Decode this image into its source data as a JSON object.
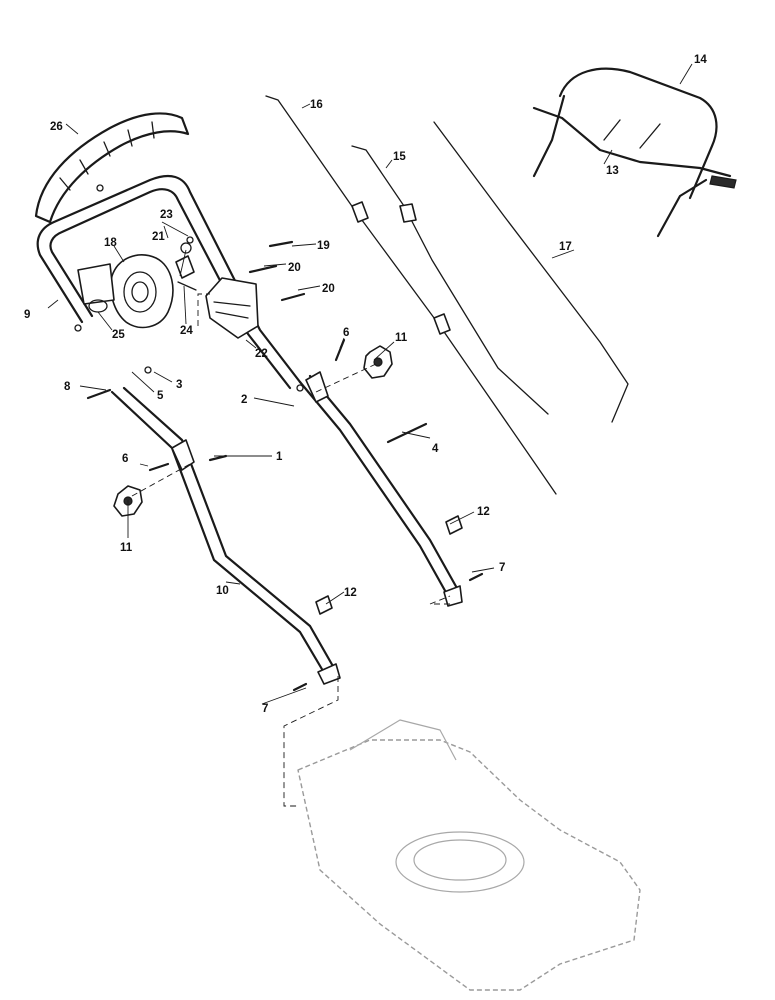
{
  "callouts": {
    "c1": "1",
    "c2": "2",
    "c3": "3",
    "c4": "4",
    "c5": "5",
    "c6a": "6",
    "c6b": "6",
    "c7a": "7",
    "c7b": "7",
    "c8": "8",
    "c9": "9",
    "c10": "10",
    "c11a": "11",
    "c11b": "11",
    "c12a": "12",
    "c12b": "12",
    "c13": "13",
    "c14": "14",
    "c15": "15",
    "c16": "16",
    "c17": "17",
    "c18": "18",
    "c19": "19",
    "c20a": "20",
    "c20b": "20",
    "c21": "21",
    "c22": "22",
    "c23": "23",
    "c24": "24",
    "c25": "25",
    "c26": "26"
  }
}
